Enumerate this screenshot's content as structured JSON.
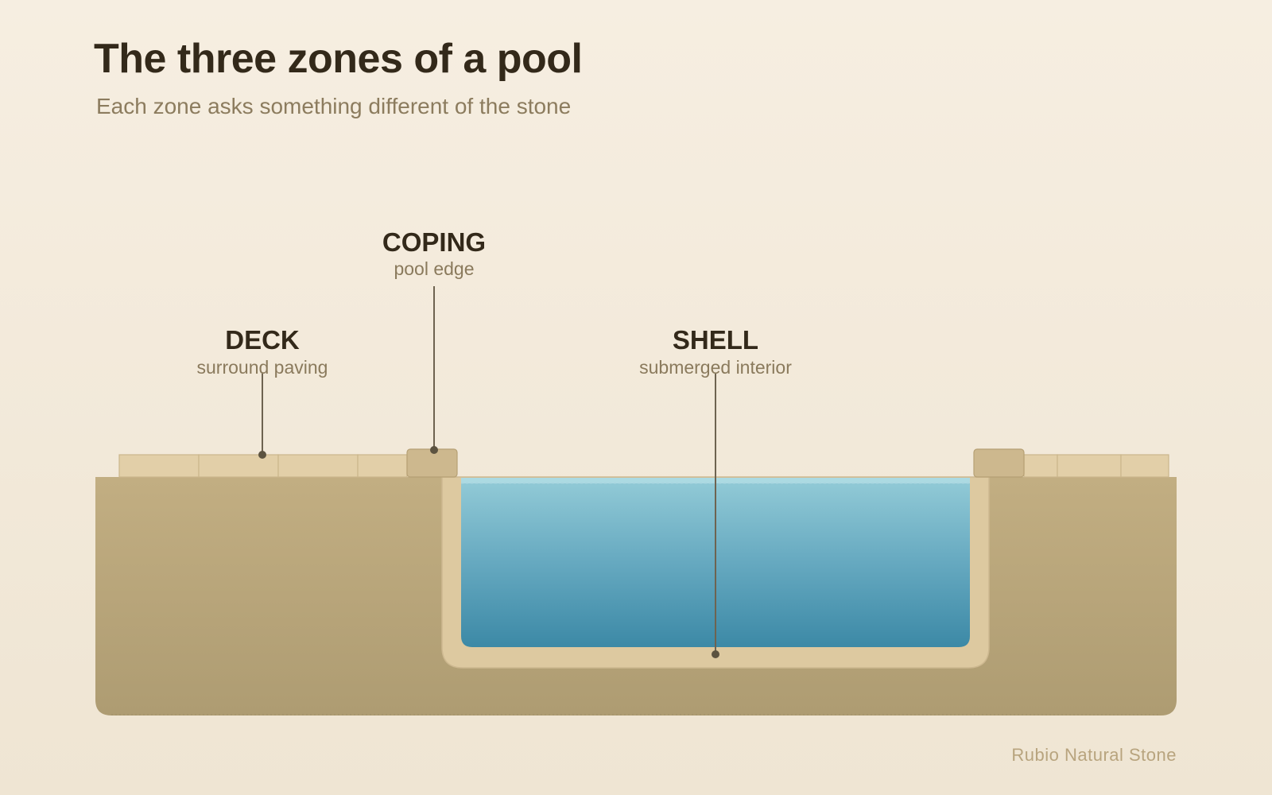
{
  "header": {
    "title": "The three zones of a pool",
    "subtitle": "Each zone asks something different of the stone"
  },
  "zones": {
    "deck": {
      "name": "DECK",
      "description": "surround paving"
    },
    "coping": {
      "name": "COPING",
      "description": "pool edge"
    },
    "shell": {
      "name": "SHELL",
      "description": "submerged interior"
    }
  },
  "footer": {
    "credit": "Rubio Natural Stone"
  },
  "colors": {
    "background": "#f4ecdf",
    "ground": "#b9a67a",
    "paving": "#e2cfa8",
    "coping_stone": "#cdb88e",
    "shell_lining": "#ddc9a0",
    "water_top": "#92cad6",
    "water_bottom": "#3d8aa7",
    "ink": "#33291a",
    "muted_ink": "#8a7a5c",
    "leader": "#6e6350"
  }
}
